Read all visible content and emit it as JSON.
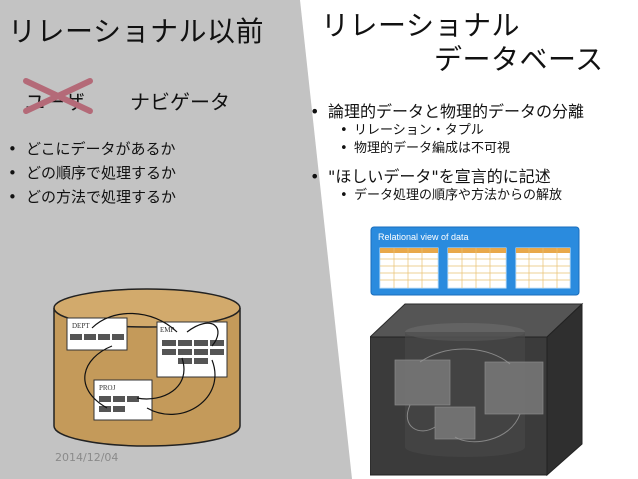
{
  "titles": {
    "left": "リレーショナル以前",
    "right_line1": "リレーショナル",
    "right_line2": "データベース"
  },
  "left": {
    "user_label": "ユーザ",
    "navigator_label": "ナビゲータ",
    "bullets": [
      "どこにデータがあるか",
      "どの順序で処理するか",
      "どの方法で処理するか"
    ],
    "diagram_labels": {
      "dept": "DEPT",
      "emp": "EMP",
      "proj": "PROJ"
    }
  },
  "right": {
    "bullet1": "論理的データと物理的データの分離",
    "bullet1_sub1": "リレーション・タプル",
    "bullet1_sub2": "物理的データ編成は不可視",
    "bullet2": "\"ほしいデータ\"を宣言的に記述",
    "bullet2_sub1": "データ処理の順序や方法からの解放",
    "panel_title": "Relational view of data"
  },
  "footer": {
    "date": "2014/12/04"
  },
  "colors": {
    "left_bg": "#c3c3c3",
    "cross": "#b46a78",
    "cylinder": "#c49a5a",
    "panel_blue": "#2a8bde",
    "cube_dark": "#3b3b3b"
  }
}
